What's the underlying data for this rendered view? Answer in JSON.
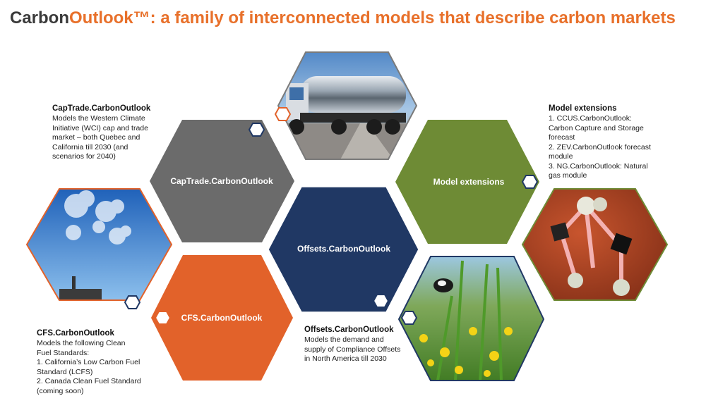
{
  "title": {
    "brand_prefix": "Carbon",
    "brand_suffix": "Outlook™",
    "rest": ": a family of interconnected models that describe carbon markets"
  },
  "hexagons": {
    "captrade": {
      "label": "CapTrade.CarbonOutlook",
      "color": "#6B6B6B"
    },
    "offsets": {
      "label": "Offsets.CarbonOutlook",
      "color": "#203864"
    },
    "cfs": {
      "label": "CFS.CarbonOutlook",
      "color": "#E2622A"
    },
    "extensions": {
      "label": "Model extensions",
      "color": "#6E8B35"
    },
    "photos": [
      "tanker-truck-photo",
      "co2-sky-photo",
      "molecule-model-photo",
      "cow-field-photo"
    ]
  },
  "descriptions": {
    "captrade": {
      "heading": "CapTrade.CarbonOutlook",
      "lines": [
        "Models the Western Climate",
        "Initiative (WCI) cap and trade",
        "market – both Quebec and",
        "California till 2030 (and",
        "scenarios for 2040)"
      ]
    },
    "cfs": {
      "heading": "CFS.CarbonOutlook",
      "lines": [
        "Models the following Clean",
        "Fuel Standards:",
        "1. California’s Low Carbon Fuel",
        "Standard (LCFS)",
        "2. Canada Clean Fuel Standard",
        "(coming soon)"
      ]
    },
    "offsets": {
      "heading": "Offsets.CarbonOutlook",
      "lines": [
        "Models the demand and",
        "supply of Compliance Offsets",
        "in North America till 2030"
      ]
    },
    "extensions": {
      "heading": "Model extensions",
      "lines": [
        "1. CCUS.CarbonOutlook:",
        "Carbon Capture and Storage",
        "forecast",
        "2. ZEV.CarbonOutlook forecast",
        "module",
        "3. NG.CarbonOutlook: Natural",
        "gas module"
      ]
    }
  }
}
